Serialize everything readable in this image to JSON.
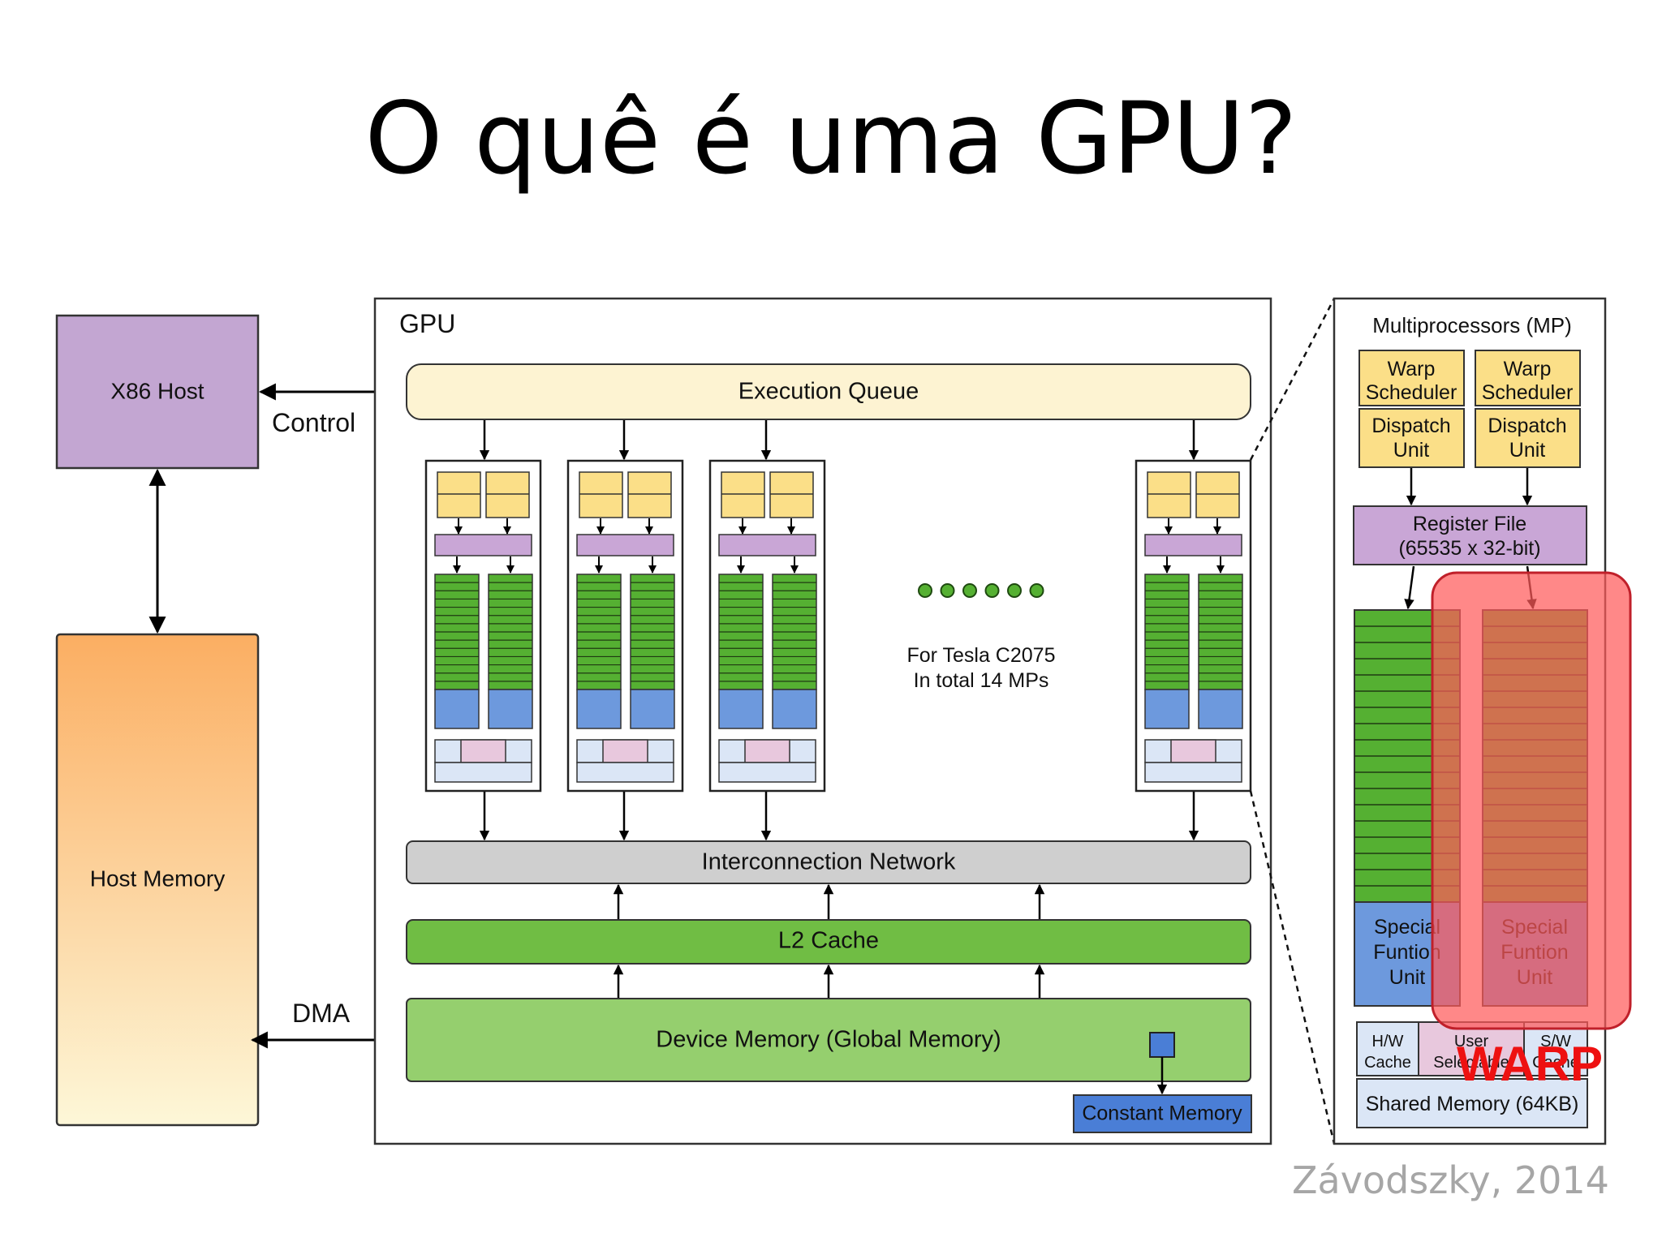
{
  "title": "O quê é uma GPU?",
  "credit": "Závodszky, 2014",
  "colors": {
    "host": "#c3a6d2",
    "warp_scheduler": "#fbdf88",
    "execution_queue": "#fdf3d2",
    "register_file": "#c9a6d6",
    "core_green": "#55b032",
    "special_unit": "#6d99dd",
    "interconnect": "#cfcfcf",
    "l2_cache": "#70bd44",
    "device_memory": "#95cf6e",
    "constant_memory": "#4a7ed6",
    "warp_highlight": "#ff5a5a",
    "warp_label": "#ee1111"
  },
  "host": {
    "x86_label": "X86 Host",
    "control_label": "Control",
    "memory_label": "Host Memory",
    "dma_label": "DMA"
  },
  "gpu": {
    "label": "GPU",
    "execution_queue": "Execution Queue",
    "interconnection": "Interconnection Network",
    "l2_cache": "L2 Cache",
    "device_memory": "Device Memory (Global Memory)",
    "constant_memory": "Constant Memory",
    "note_line1": "For Tesla C2075",
    "note_line2": "In total 14 MPs",
    "ellipsis_dots": 6
  },
  "mp_detail": {
    "label": "Multiprocessors (MP)",
    "warp_scheduler_line1": "Warp",
    "warp_scheduler_line2": "Scheduler",
    "dispatch_line1": "Dispatch",
    "dispatch_line2": "Unit",
    "register_file_line1": "Register File",
    "register_file_line2": "(65535 x 32-bit)",
    "special_line1": "Special",
    "special_line2": "Funtion",
    "special_line3": "Unit",
    "hw_cache_line1": "H/W",
    "hw_cache_line2": "Cache",
    "user_sel_line1": "User",
    "user_sel_line2": "Selectable",
    "sw_cache_line1": "S/W",
    "sw_cache_line2": "Cache",
    "shared_memory": "Shared Memory (64KB)",
    "warp_label": "WARP"
  }
}
